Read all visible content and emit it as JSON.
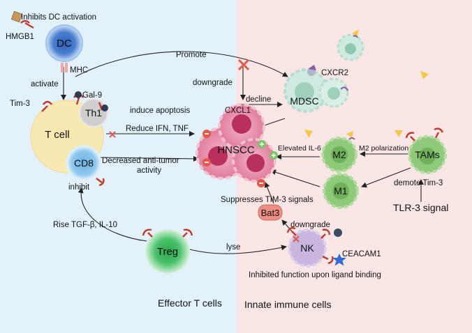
{
  "panels": {
    "left": {
      "label": "Effector T cells",
      "color": "#e3f1fb"
    },
    "right": {
      "label": "Innate immune cells",
      "color": "#fbe6e6"
    }
  },
  "cells": {
    "dc": "DC",
    "t_cell": "T cell",
    "th1": "Th1",
    "cd8": "CD8",
    "treg": "Treg",
    "mdsc": "MDSC",
    "hnscc": "HNSCC",
    "m2": "M2",
    "m1": "M1",
    "tams": "TAMs",
    "nk": "NK",
    "bat3": "Bat3"
  },
  "labels": {
    "inhibits_dc": "Inhibits DC activation",
    "hmgb1": "HMGB1",
    "mhc": "MHC",
    "activate": "activate",
    "gal9": "Gal-9",
    "tim3": "Tim-3",
    "promote": "Promote",
    "downgrade_top": "downgrade",
    "induce_apoptosis": "induce apoptosis",
    "cxcl1": "CXCL1",
    "decline": "decline",
    "cxcr2": "CXCR2",
    "reduce_ifn": "Reduce IFN, TNF",
    "decreased_antitumor": "Decreased anti-tumor",
    "activity": "activity",
    "inhibit": "inhibit",
    "elevated_il6": "Elevated IL-6",
    "m2_polarization": "M2 polarization",
    "demote_tim3": "demote Tim-3",
    "tlr3": "TLR-3 signal",
    "suppresses_tim3": "Suppresses TIM-3 signals",
    "downgrade_bottom": "downgrade",
    "rise_tgf": "Rise TGF-β,  IL-10",
    "lyse": "lyse",
    "ceacam1": "CEACAM1",
    "inhibited_function": "Inhibited function upon ligand binding"
  },
  "colors": {
    "dc": "#4a7fd0",
    "t_cell": "#f8e8b2",
    "th1": "#c9c9c9",
    "cd8": "#86c3ec",
    "treg": "#3fb860",
    "macrophage": "#8fc97a",
    "tumor": "#e78aa8",
    "mdsc": "#b8dcd2",
    "nk": "#c8b6de",
    "bat3": "#ef8f83",
    "receptor": "#c0392b",
    "ceacam1_star": "#2f6fd1"
  }
}
